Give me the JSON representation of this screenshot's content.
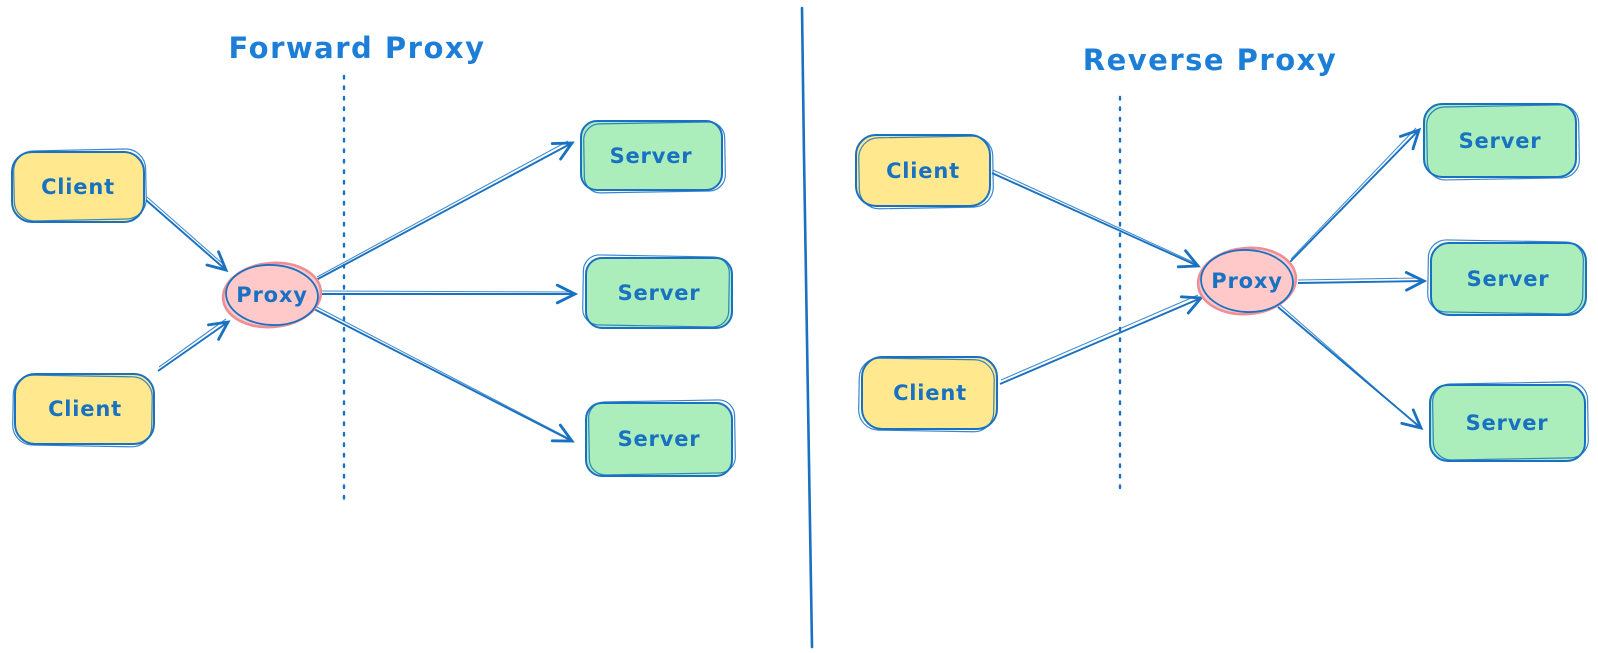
{
  "colors": {
    "stroke_blue": "#1971c2",
    "text_blue": "#1971c2",
    "title_blue": "#1c7ed6",
    "client_fill": "#ffe88d",
    "server_fill": "#abedbb",
    "proxy_fill": "#ffc9c9",
    "proxy_outline": "#ec8f96"
  },
  "panels": [
    {
      "title": "Forward Proxy",
      "clients": [
        "Client",
        "Client"
      ],
      "proxy": "Proxy",
      "servers": [
        "Server",
        "Server",
        "Server"
      ]
    },
    {
      "title": "Reverse Proxy",
      "clients": [
        "Client",
        "Client"
      ],
      "proxy": "Proxy",
      "servers": [
        "Server",
        "Server",
        "Server"
      ]
    }
  ]
}
